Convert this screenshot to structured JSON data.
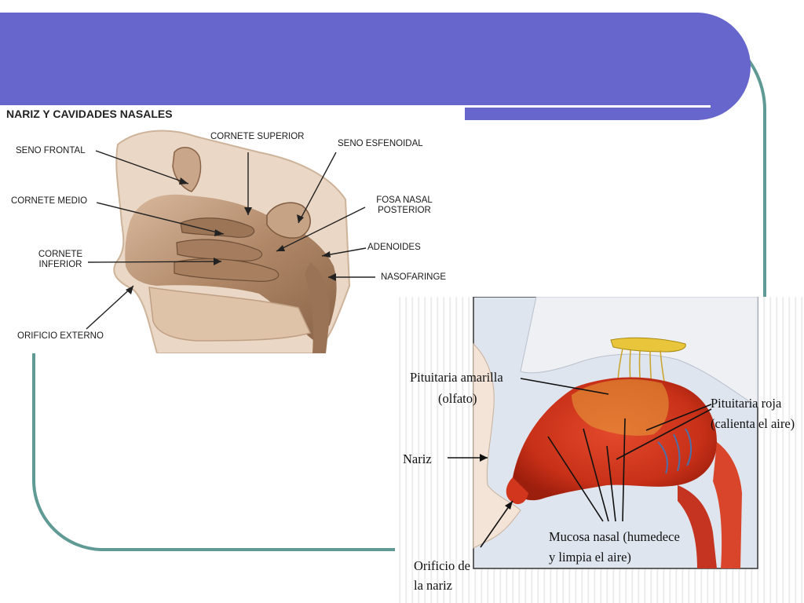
{
  "slide": {
    "colors": {
      "banner": "#6666cc",
      "frame": "#5f9a95"
    }
  },
  "diagram_left": {
    "title": "NARIZ Y CAVIDADES NASALES",
    "labels": {
      "seno_frontal": "SENO FRONTAL",
      "cornete_superior": "CORNETE SUPERIOR",
      "seno_esfenoidal": "SENO ESFENOIDAL",
      "cornete_medio": "CORNETE MEDIO",
      "fosa_nasal_line1": "FOSA NASAL",
      "fosa_nasal_line2": "POSTERIOR",
      "adenoides": "ADENOIDES",
      "cornete_inferior_line1": "CORNETE",
      "cornete_inferior_line2": "INFERIOR",
      "nasofaringe": "NASOFARINGE",
      "orificio_externo": "ORIFICIO EXTERNO"
    }
  },
  "diagram_right": {
    "labels": {
      "pituitaria_amarilla_line1": "Pituitaria amarilla",
      "pituitaria_amarilla_line2": "(olfato)",
      "pituitaria_roja_line1": "Pituitaria roja",
      "pituitaria_roja_line2": "(calienta el aire)",
      "nariz": "Nariz",
      "mucosa_line1": "Mucosa nasal (humedece",
      "mucosa_line2": "y limpia el aire)",
      "orificio_line1": "Orificio de",
      "orificio_line2": "la nariz"
    }
  }
}
